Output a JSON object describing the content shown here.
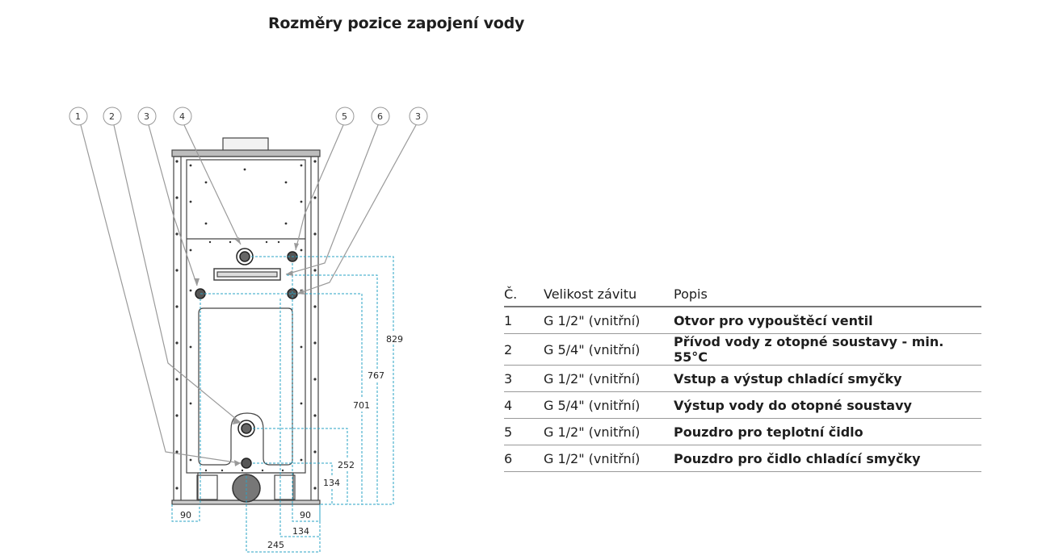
{
  "title": "Rozměry pozice zapojení vody",
  "callouts": [
    "1",
    "2",
    "3",
    "4",
    "5",
    "6",
    "3"
  ],
  "dimensions": {
    "d829": "829",
    "d767": "767",
    "d701": "701",
    "d252": "252",
    "d134_right": "134",
    "d90_left": "90",
    "d90_right": "90",
    "d134_bottom": "134",
    "d245": "245"
  },
  "table": {
    "headers": [
      "Č.",
      "Velikost závitu",
      "Popis"
    ],
    "rows": [
      {
        "num": "1",
        "thread": "G 1/2\" (vnitřní)",
        "desc": "Otvor pro vypouštěcí ventil"
      },
      {
        "num": "2",
        "thread": "G 5/4\" (vnitřní)",
        "desc": "Přívod vody z otopné soustavy - min. 55°C"
      },
      {
        "num": "3",
        "thread": "G 1/2\" (vnitřní)",
        "desc": "Vstup a výstup chladící smyčky"
      },
      {
        "num": "4",
        "thread": "G 5/4\" (vnitřní)",
        "desc": "Výstup vody do otopné soustavy"
      },
      {
        "num": "5",
        "thread": "G 1/2\" (vnitřní)",
        "desc": "Pouzdro pro teplotní čidlo"
      },
      {
        "num": "6",
        "thread": "G 1/2\" (vnitřní)",
        "desc": "Pouzdro pro čidlo chladící smyčky"
      }
    ]
  },
  "colors": {
    "dimension_line": "#2aa3c4",
    "leader": "#9a9a9a",
    "outline": "#444444"
  }
}
